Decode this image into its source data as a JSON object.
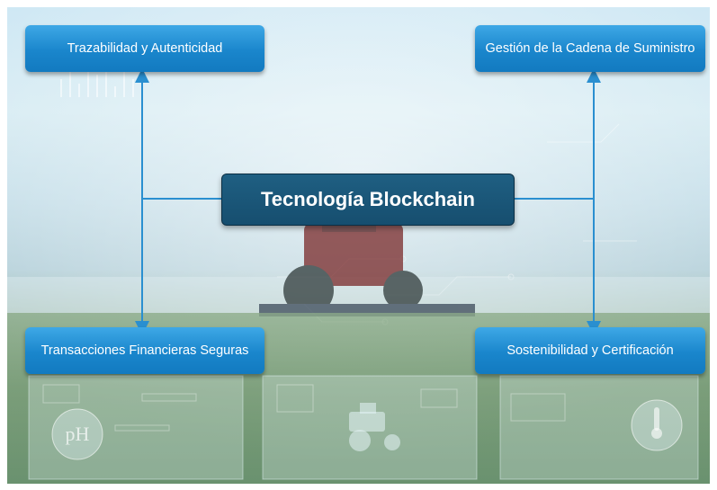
{
  "diagram": {
    "center": {
      "label": "Tecnología Blockchain"
    },
    "nodes": {
      "top_left": {
        "label": "Trazabilidad y Autenticidad"
      },
      "top_right": {
        "label": "Gestión de la Cadena de Suministro"
      },
      "bottom_left": {
        "label": "Transacciones Financieras Seguras"
      },
      "bottom_right": {
        "label": "Sostenibilidad y Certificación"
      }
    },
    "colors": {
      "node_fill": "#1a86cc",
      "center_fill": "#164e6f",
      "connector": "#2a8fd0"
    }
  },
  "background_icons": {
    "left_panel_text": "pH"
  }
}
